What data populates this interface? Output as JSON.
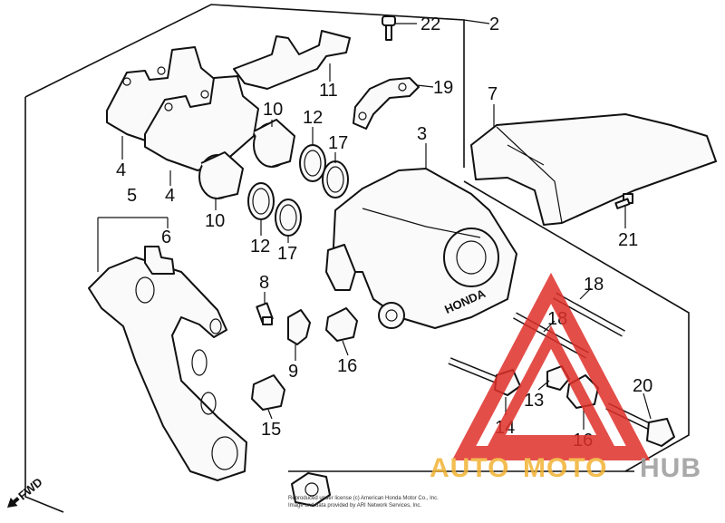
{
  "diagram": {
    "callouts": [
      {
        "id": "c22",
        "text": "22"
      },
      {
        "id": "c2",
        "text": "2"
      },
      {
        "id": "c11",
        "text": "11"
      },
      {
        "id": "c19",
        "text": "19"
      },
      {
        "id": "c7",
        "text": "7"
      },
      {
        "id": "c10a",
        "text": "10"
      },
      {
        "id": "c12a",
        "text": "12"
      },
      {
        "id": "c17a",
        "text": "17"
      },
      {
        "id": "c3",
        "text": "3"
      },
      {
        "id": "c4a",
        "text": "4"
      },
      {
        "id": "c4b",
        "text": "4"
      },
      {
        "id": "c5",
        "text": "5"
      },
      {
        "id": "c6",
        "text": "6"
      },
      {
        "id": "c10b",
        "text": "10"
      },
      {
        "id": "c12b",
        "text": "12"
      },
      {
        "id": "c17b",
        "text": "17"
      },
      {
        "id": "c21",
        "text": "21"
      },
      {
        "id": "c8",
        "text": "8"
      },
      {
        "id": "c9",
        "text": "9"
      },
      {
        "id": "c16a",
        "text": "16"
      },
      {
        "id": "c18a",
        "text": "18"
      },
      {
        "id": "c18b",
        "text": "18"
      },
      {
        "id": "c13",
        "text": "13"
      },
      {
        "id": "c20",
        "text": "20"
      },
      {
        "id": "c14",
        "text": "14"
      },
      {
        "id": "c16b",
        "text": "16"
      },
      {
        "id": "c15",
        "text": "15"
      }
    ],
    "fwd_label": "FWD",
    "copyright_line1": "Reproduced under license (c) American Honda Motor Co., Inc.",
    "copyright_line2": "Image and data provided by ARI Network Services, Inc.",
    "caliper_brand": "HONDA"
  },
  "watermark": {
    "word_auto": "AUTO",
    "word_moto": "MOTO",
    "word_hub": "HUB",
    "color_auto": "#f2b233",
    "color_moto": "#f2b233",
    "color_hub": "#9b9b9b",
    "triangle_color": "#e0302a"
  }
}
